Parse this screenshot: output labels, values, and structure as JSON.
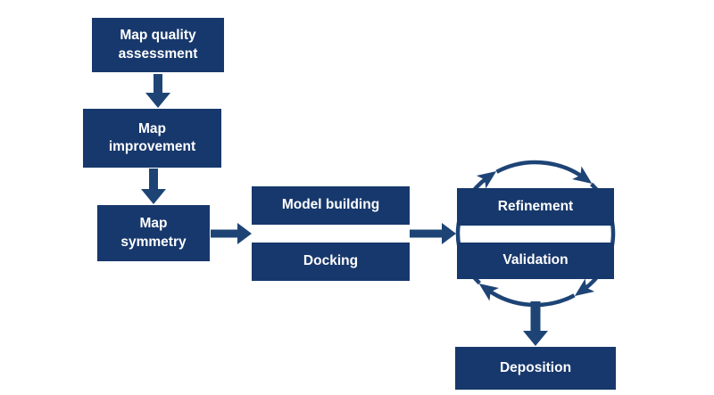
{
  "diagram": {
    "type": "flowchart",
    "colors": {
      "background": "#ffffff",
      "box_fill": "#17386c",
      "arrow_color": "#1e4476",
      "text_color": "#ffffff"
    },
    "nodes": {
      "map_quality_assessment": {
        "label": "Map quality assessment"
      },
      "map_improvement": {
        "label": "Map improvement"
      },
      "map_symmetry": {
        "label": "Map symmetry"
      },
      "model_building": {
        "label": "Model building"
      },
      "docking": {
        "label": "Docking"
      },
      "refinement": {
        "label": "Refinement"
      },
      "validation": {
        "label": "Validation"
      },
      "deposition": {
        "label": "Deposition"
      }
    },
    "edges": [
      "map_quality_assessment -> map_improvement",
      "map_improvement -> map_symmetry",
      "map_symmetry -> model_building/docking",
      "model_building/docking -> refinement/validation",
      "refinement <-> validation (clockwise cycle)",
      "refinement/validation cycle -> deposition"
    ]
  }
}
